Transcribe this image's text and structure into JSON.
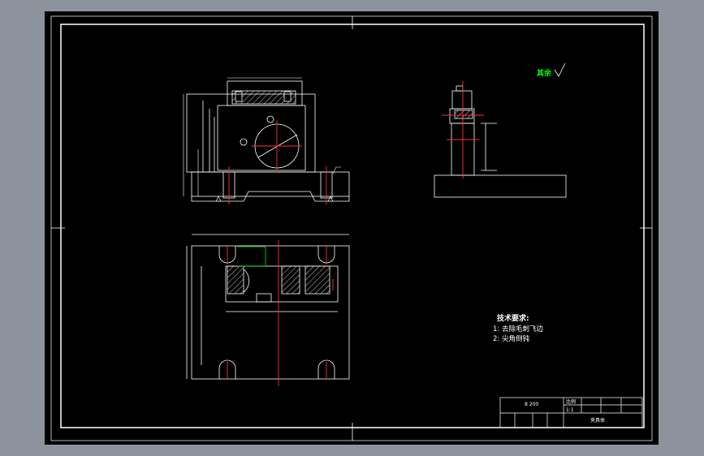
{
  "app": {
    "viewport_background": "#8c939c",
    "sheet_background": "#000000",
    "line_color": "#ffffff",
    "centerline_color": "#ff3030",
    "dimension_color": "#ffffff",
    "highlight_color": "#00ff00"
  },
  "roughness_note": {
    "label": "其余"
  },
  "technical_requirements": {
    "heading": "技术要求:",
    "items": [
      "1: 去除毛刺飞边",
      "2: 尖角倒钝"
    ]
  },
  "title_block": {
    "drawing_number": "8 200",
    "scale_label": "比例",
    "scale_value": "1:1",
    "part_name": "夹具体"
  }
}
